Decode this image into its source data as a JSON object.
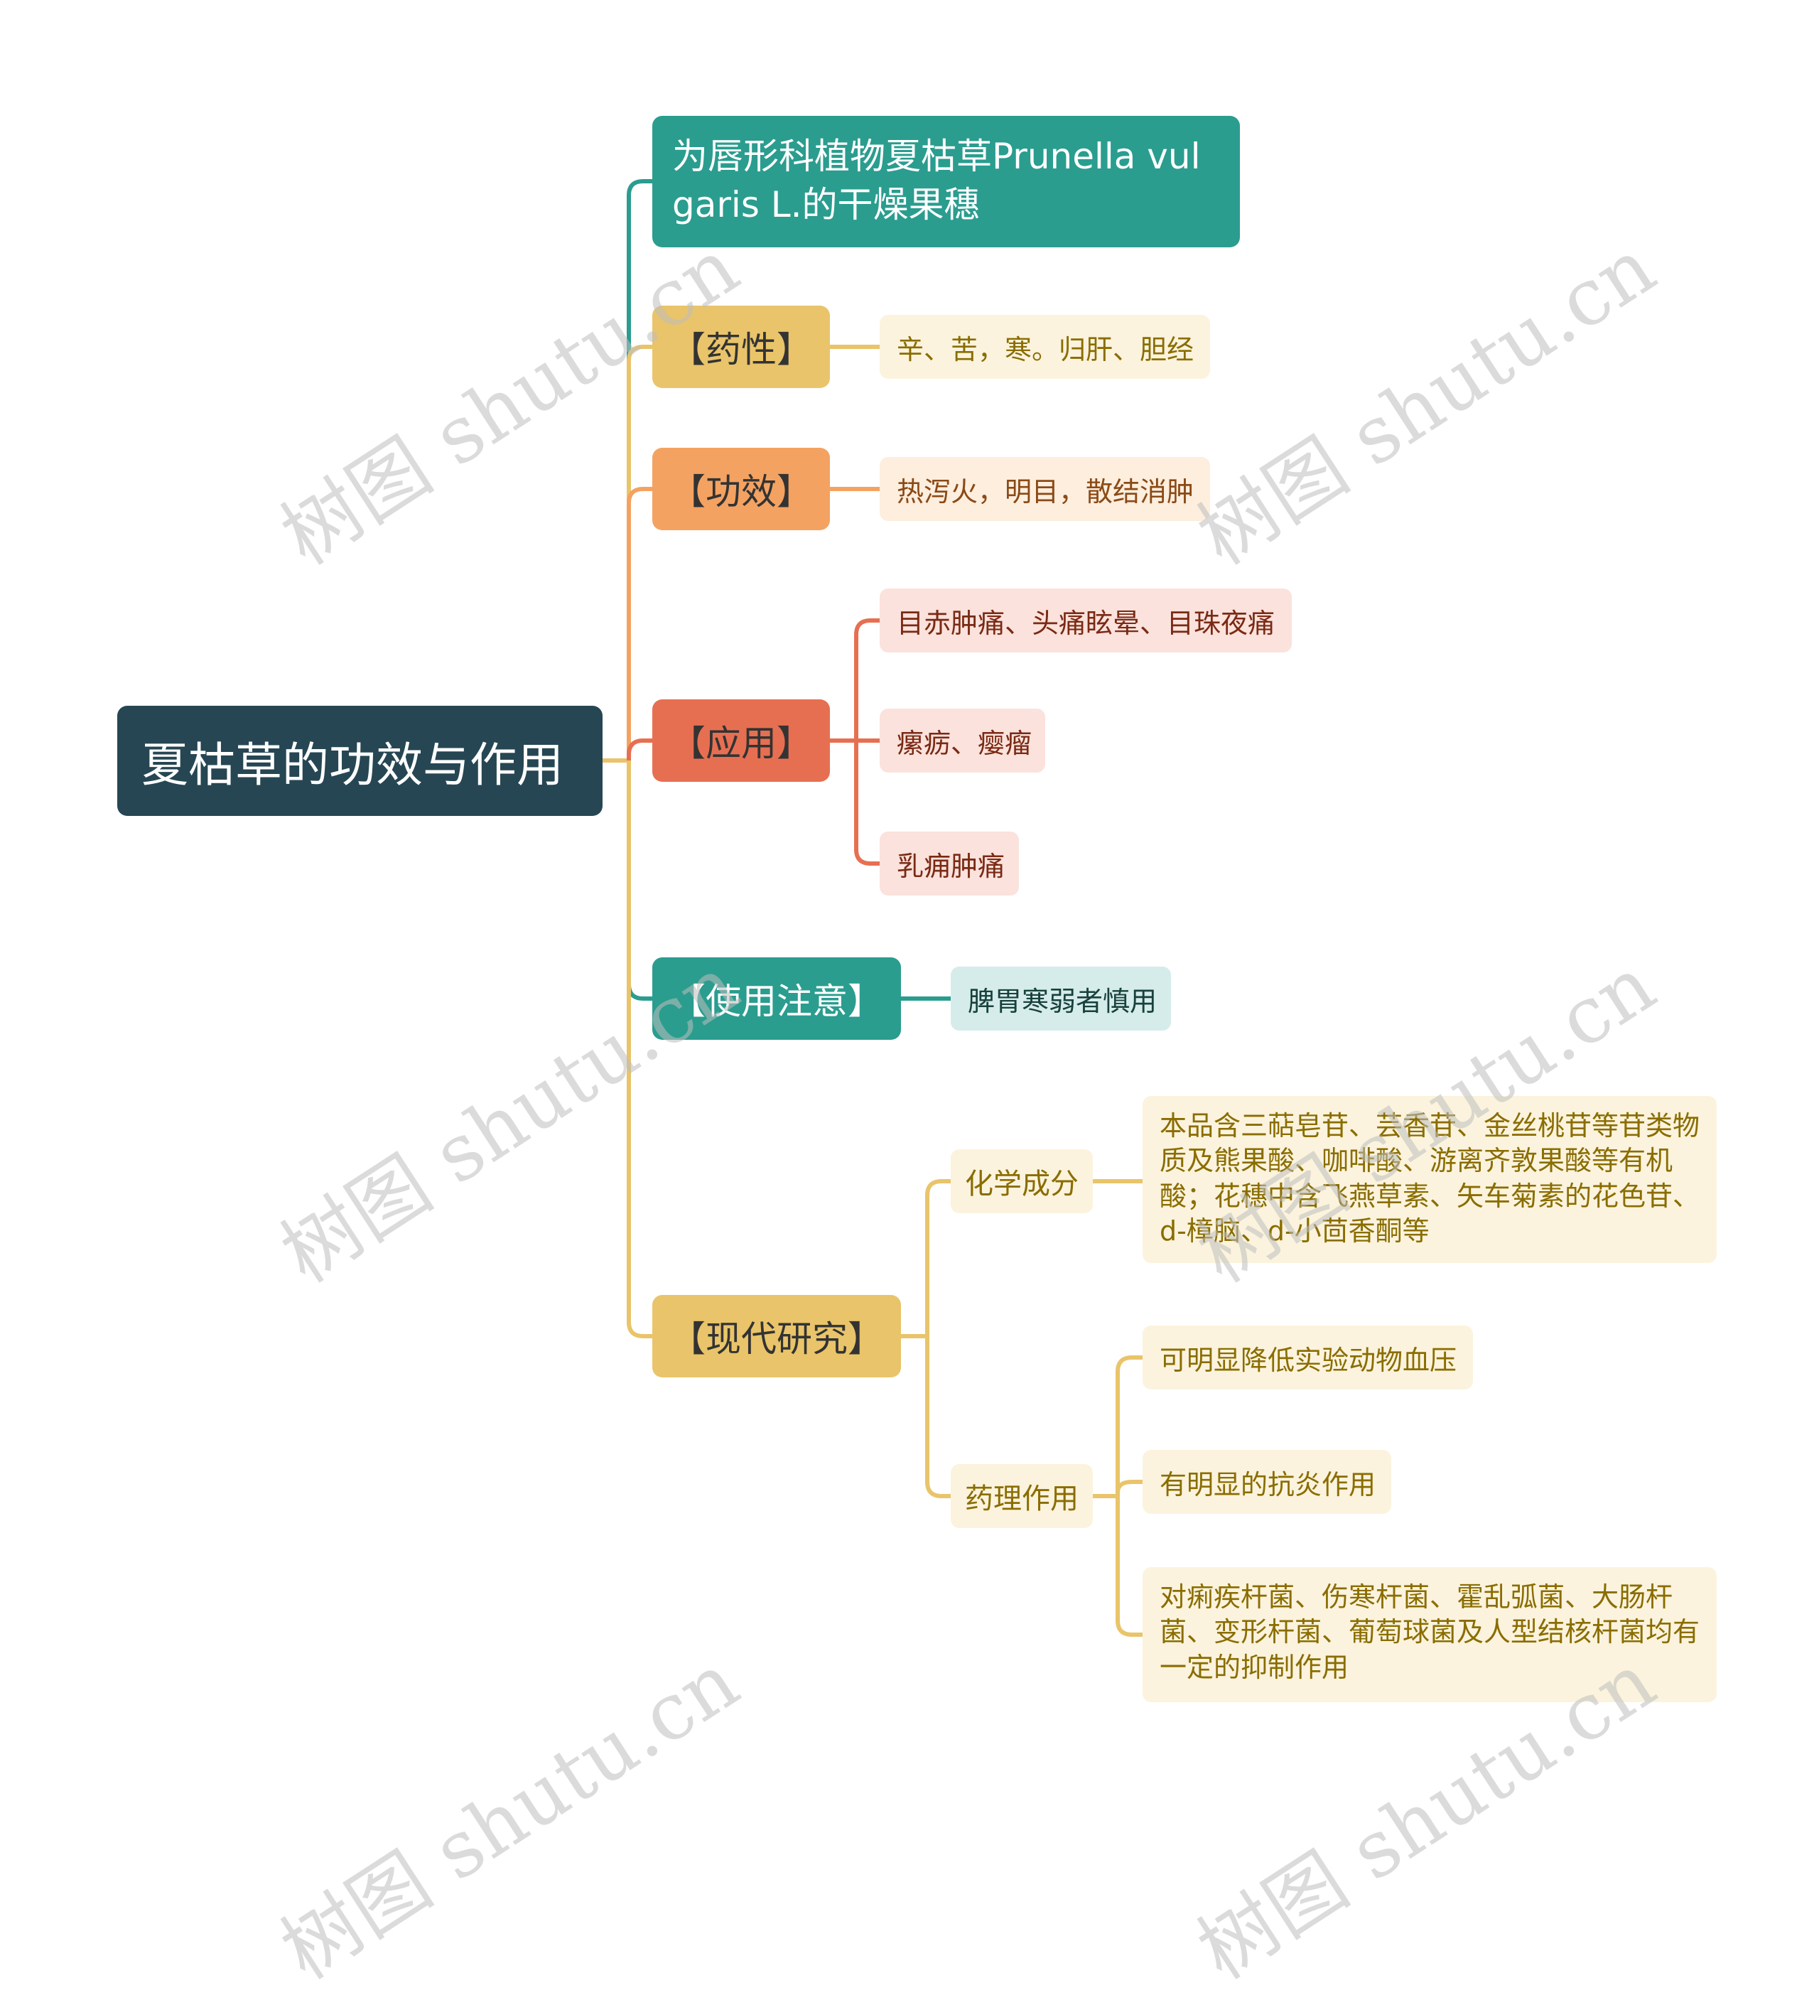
{
  "root": {
    "label": "夏枯草的功效与作用"
  },
  "definition": {
    "text": "为唇形科植物夏枯草Prunella vulgaris L.的干燥果穗"
  },
  "branches": {
    "property": {
      "label": "【药性】",
      "detail": "辛、苦，寒。归肝、胆经"
    },
    "effect": {
      "label": "【功效】",
      "detail": "热泻火，明目，散结消肿"
    },
    "application": {
      "label": "【应用】",
      "items": [
        "目赤肿痛、头痛眩晕、目珠夜痛",
        "瘰疬、瘿瘤",
        "乳痈肿痛"
      ]
    },
    "caution": {
      "label": "【使用注意】",
      "detail": "脾胃寒弱者慎用"
    },
    "research": {
      "label": "【现代研究】",
      "chemistry": {
        "label": "化学成分",
        "detail": "本品含三萜皂苷、芸香苷、金丝桃苷等苷类物质及熊果酸、咖啡酸、游离齐敦果酸等有机酸；花穗中含飞燕草素、矢车菊素的花色苷、d-樟脑、d-小茴香酮等"
      },
      "pharmacology": {
        "label": "药理作用",
        "items": [
          "可明显降低实验动物血压",
          "有明显的抗炎作用",
          "对痢疾杆菌、伤寒杆菌、霍乱弧菌、大肠杆菌、变形杆菌、葡萄球菌及人型结核杆菌均有一定的抑制作用"
        ]
      }
    }
  },
  "watermark": {
    "text": "树图 shutu.cn"
  },
  "colors": {
    "root": "#264653",
    "teal": "#2a9d8f",
    "yellow": "#e9c46a",
    "orange": "#f4a261",
    "red": "#e76f51"
  }
}
